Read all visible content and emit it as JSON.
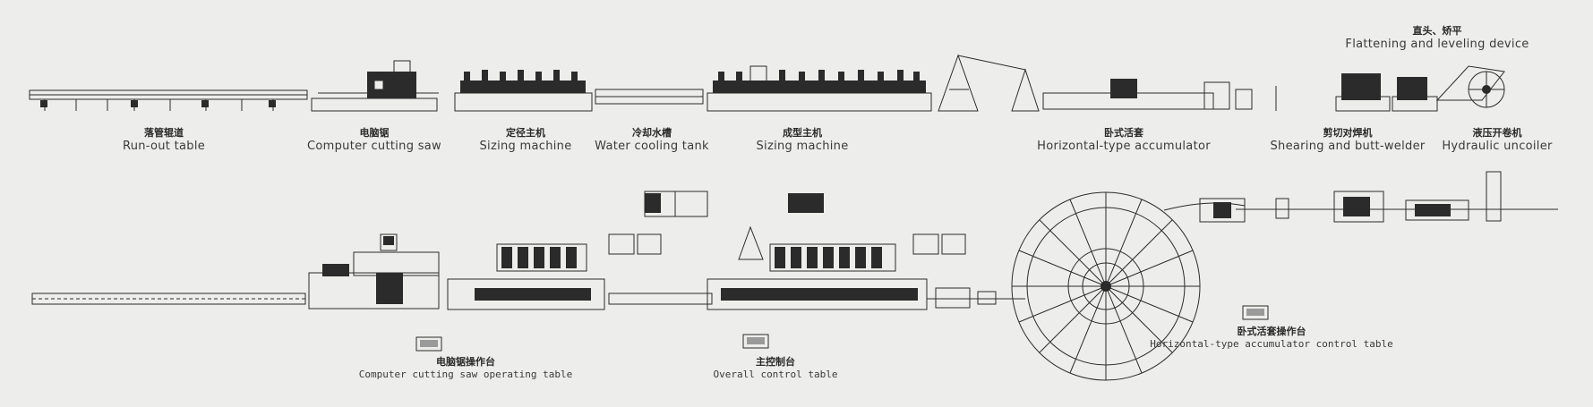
{
  "top_row": [
    {
      "id": "runout",
      "zh": "落管辊道",
      "en": "Run-out table"
    },
    {
      "id": "saw",
      "zh": "电脑锯",
      "en": "Computer cutting saw"
    },
    {
      "id": "sizing1",
      "zh": "定径主机",
      "en": "Sizing machine"
    },
    {
      "id": "cooling",
      "zh": "冷却水槽",
      "en": "Water cooling tank"
    },
    {
      "id": "sizing2",
      "zh": "成型主机",
      "en": "Sizing machine"
    },
    {
      "id": "accum",
      "zh": "卧式活套",
      "en": "Horizontal-type accumulator"
    },
    {
      "id": "shear",
      "zh": "剪切对焊机",
      "en": "Shearing and butt-welder"
    },
    {
      "id": "uncoiler",
      "zh": "液压开卷机",
      "en": "Hydraulic uncoiler"
    },
    {
      "id": "flatten",
      "zh": "直头、矫平",
      "en": "Flattening and leveling device"
    }
  ],
  "bottom_row": [
    {
      "id": "saw_table",
      "zh": "电脑锯操作台",
      "en": "Computer cutting saw operating table"
    },
    {
      "id": "main_table",
      "zh": "主控制台",
      "en": "Overall control table"
    },
    {
      "id": "accum_table",
      "zh": "卧式活套操作台",
      "en": "Horizontal-type accumulator control table"
    }
  ]
}
